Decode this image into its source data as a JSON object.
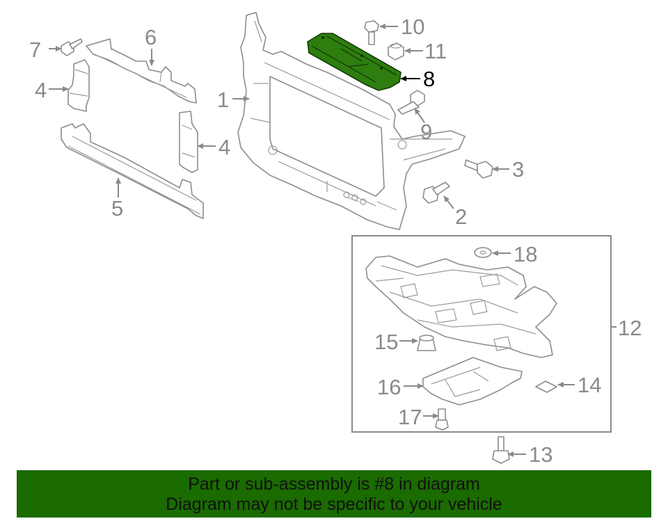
{
  "highlight_color": "#2e7d0f",
  "banner_color": "#1a6b00",
  "callouts": {
    "c1": "1",
    "c2": "2",
    "c3": "3",
    "c4a": "4",
    "c4b": "4",
    "c5": "5",
    "c6": "6",
    "c7": "7",
    "c8": "8",
    "c9": "9",
    "c10": "10",
    "c11": "11",
    "c12": "12",
    "c13": "13",
    "c14": "14",
    "c15": "15",
    "c16": "16",
    "c17": "17",
    "c18": "18"
  },
  "banner": {
    "line1": "Part or sub-assembly is #8 in diagram",
    "line2": "Diagram may not be specific to your vehicle"
  }
}
